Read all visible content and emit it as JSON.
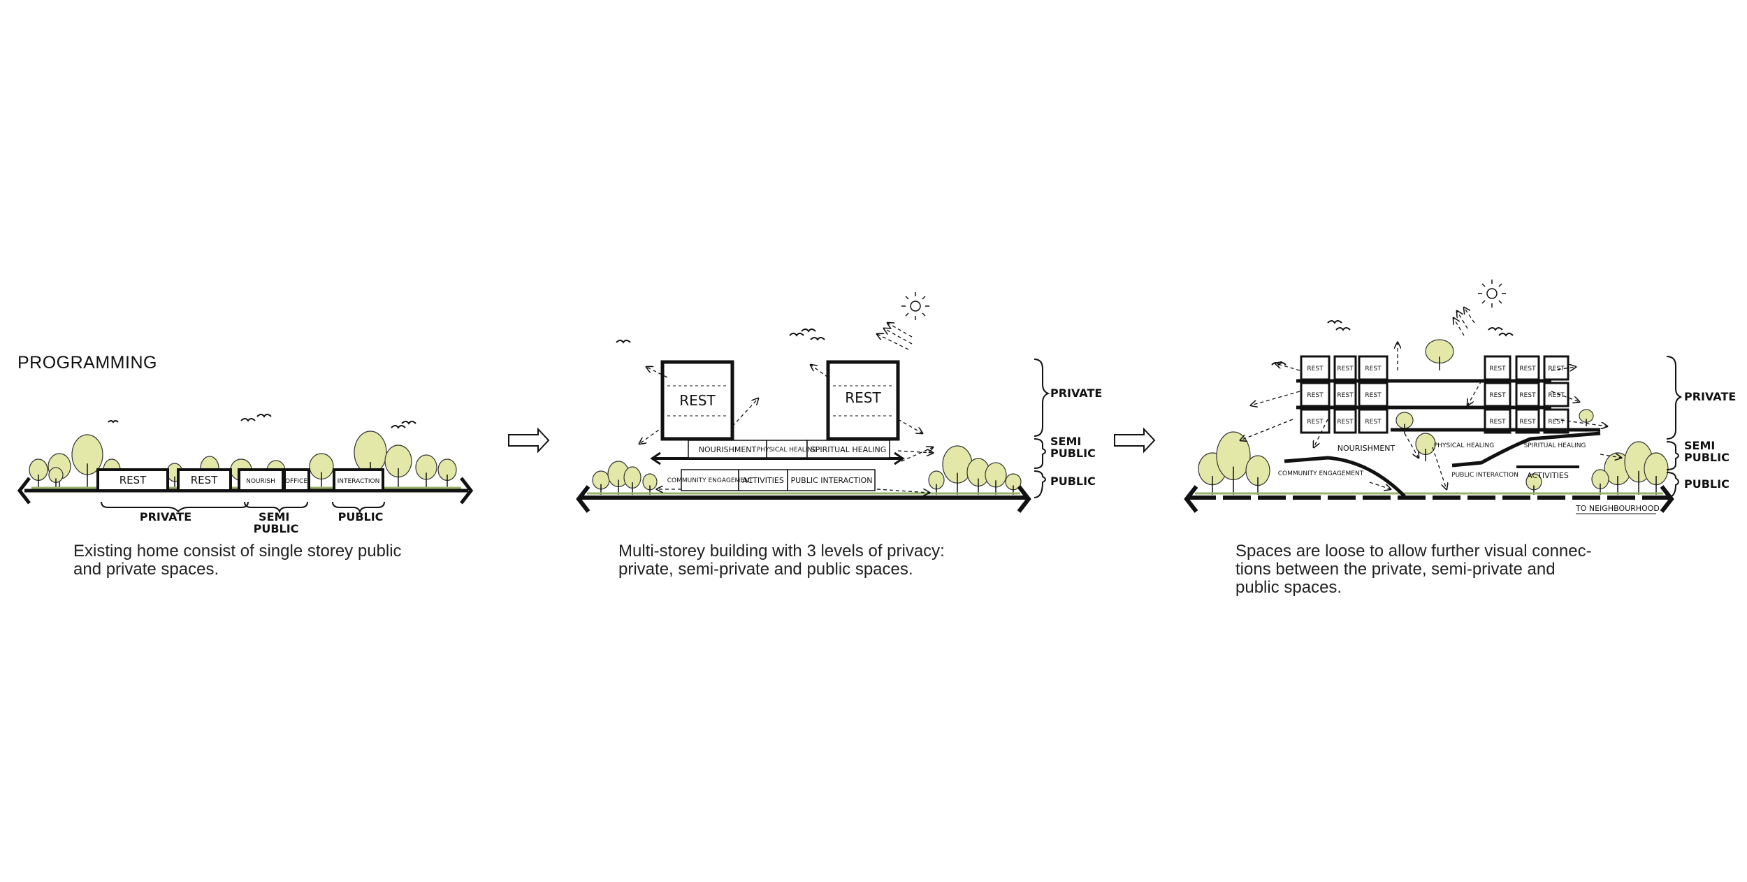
{
  "heading": "PROGRAMMING",
  "diagram1": {
    "rooms": [
      "REST",
      "REST",
      "NOURISH",
      "OFFICE",
      "INTERACTION"
    ],
    "zones": [
      "PRIVATE",
      "SEMI\nPUBLIC",
      "PUBLIC"
    ],
    "caption": "Existing home consist of single storey public\nand private spaces."
  },
  "diagram2": {
    "upper_rooms": [
      "REST",
      "REST"
    ],
    "middle_rooms": [
      "NOURISHMENT",
      "PHYSICAL HEALING",
      "SPIRITUAL HEALING"
    ],
    "ground_rooms": [
      "COMMUNITY ENGAGEMENT",
      "ACTIVITIES",
      "PUBLIC INTERACTION"
    ],
    "zones": [
      "PRIVATE",
      "SEMI\nPUBLIC",
      "PUBLIC"
    ],
    "caption": "Multi-storey building with 3 levels of privacy:\nprivate, semi-private and public spaces."
  },
  "diagram3": {
    "rest_label": "REST",
    "labels": [
      "NOURISHMENT",
      "PHYSICAL HEALING",
      "SPIRITUAL HEALING",
      "COMMUNITY ENGAGEMENT",
      "PUBLIC INTERACTION",
      "ACTIVITIES"
    ],
    "footer": "TO NEIGHBOURHOOD",
    "zones": [
      "PRIVATE",
      "SEMI\nPUBLIC",
      "PUBLIC"
    ],
    "caption": "Spaces are loose to allow further visual connec-\ntions between the private, semi-private and\npublic spaces."
  },
  "colors": {
    "tree": "#e3e8a8",
    "ground": "#9ab36a",
    "ink": "#111111"
  }
}
